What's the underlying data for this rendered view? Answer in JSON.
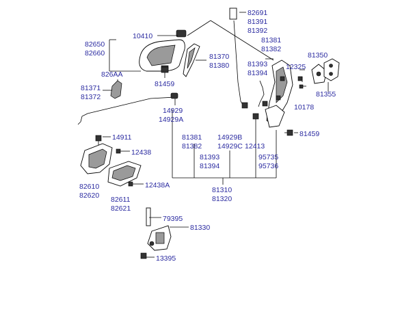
{
  "colors": {
    "label": "#2a2aa0",
    "line": "#000000"
  },
  "parts": [
    {
      "id": "p82691",
      "text": "82691"
    },
    {
      "id": "p81391",
      "text": "81391"
    },
    {
      "id": "p81392",
      "text": "81392"
    },
    {
      "id": "p10410",
      "text": "10410"
    },
    {
      "id": "p82650",
      "text": "82650"
    },
    {
      "id": "p82660",
      "text": "82660"
    },
    {
      "id": "p81381a",
      "text": "81381"
    },
    {
      "id": "p81382a",
      "text": "81382"
    },
    {
      "id": "p81370",
      "text": "81370"
    },
    {
      "id": "p81380",
      "text": "81380"
    },
    {
      "id": "p81350",
      "text": "81350"
    },
    {
      "id": "p826AA",
      "text": "826AA"
    },
    {
      "id": "p81393a",
      "text": "81393"
    },
    {
      "id": "p81394a",
      "text": "81394"
    },
    {
      "id": "p12325",
      "text": "12325"
    },
    {
      "id": "p81459a",
      "text": "81459"
    },
    {
      "id": "p81371",
      "text": "81371"
    },
    {
      "id": "p81372",
      "text": "81372"
    },
    {
      "id": "p81355",
      "text": "81355"
    },
    {
      "id": "p10178",
      "text": "10178"
    },
    {
      "id": "p14929",
      "text": "14929"
    },
    {
      "id": "p14929A",
      "text": "14929A"
    },
    {
      "id": "p14911",
      "text": "14911"
    },
    {
      "id": "p81381b",
      "text": "81381"
    },
    {
      "id": "p81382b",
      "text": "81382"
    },
    {
      "id": "p14929B",
      "text": "14929B"
    },
    {
      "id": "p14929C",
      "text": "14929C"
    },
    {
      "id": "p12413",
      "text": "12413"
    },
    {
      "id": "p81459b",
      "text": "81459"
    },
    {
      "id": "p12438",
      "text": "12438"
    },
    {
      "id": "p81393b",
      "text": "81393"
    },
    {
      "id": "p81394b",
      "text": "81394"
    },
    {
      "id": "p95735",
      "text": "95735"
    },
    {
      "id": "p95736",
      "text": "95736"
    },
    {
      "id": "p82610",
      "text": "82610"
    },
    {
      "id": "p82620",
      "text": "82620"
    },
    {
      "id": "p12438A",
      "text": "12438A"
    },
    {
      "id": "p82611",
      "text": "82611"
    },
    {
      "id": "p82621",
      "text": "82621"
    },
    {
      "id": "p81310",
      "text": "81310"
    },
    {
      "id": "p81320",
      "text": "81320"
    },
    {
      "id": "p79395",
      "text": "79395"
    },
    {
      "id": "p81330",
      "text": "81330"
    },
    {
      "id": "p13395",
      "text": "13395"
    }
  ]
}
